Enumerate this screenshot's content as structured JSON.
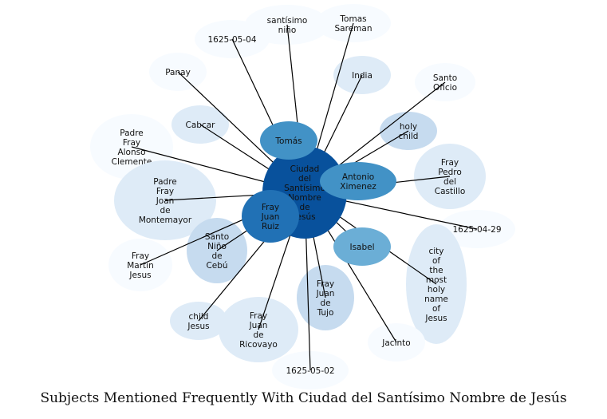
{
  "title": "Subjects Mentioned Frequently With Ciudad del Santísimo Nombre de Jesús",
  "center": {
    "label": [
      "Ciudad",
      "del",
      "Santísimo",
      "Nombre",
      "de",
      "Jesús"
    ],
    "color": "#08519c"
  },
  "nodes": [
    {
      "id": "tomas-sareman",
      "label": [
        "Tomas",
        "Sareman"
      ],
      "color": "#f7fbff"
    },
    {
      "id": "santisimo-nino",
      "label": [
        "santísimo",
        "niño"
      ],
      "color": "#f7fbff"
    },
    {
      "id": "date-1625-05-04",
      "label": [
        "1625-05-04"
      ],
      "color": "#f7fbff"
    },
    {
      "id": "panay",
      "label": [
        "Panay"
      ],
      "color": "#f7fbff"
    },
    {
      "id": "india",
      "label": [
        "India"
      ],
      "color": "#deebf7"
    },
    {
      "id": "santo-oficio",
      "label": [
        "Santo",
        "Oficio"
      ],
      "color": "#f7fbff"
    },
    {
      "id": "cabcar",
      "label": [
        "Cabcar"
      ],
      "color": "#deebf7"
    },
    {
      "id": "tomas",
      "label": [
        "Tomás"
      ],
      "color": "#4292c6"
    },
    {
      "id": "holy-child",
      "label": [
        "holy",
        "child"
      ],
      "color": "#c6dbef"
    },
    {
      "id": "padre-fray-alonso-clemente",
      "label": [
        "Padre",
        "Fray",
        "Alonso",
        "Clemente"
      ],
      "color": "#f7fbff"
    },
    {
      "id": "antonio-ximenez",
      "label": [
        "Antonio",
        "Ximenez"
      ],
      "color": "#4292c6"
    },
    {
      "id": "fray-pedro-del-castillo",
      "label": [
        "Fray",
        "Pedro",
        "del",
        "Castillo"
      ],
      "color": "#deebf7"
    },
    {
      "id": "padre-fray-joan-de-montemayor",
      "label": [
        "Padre",
        "Fray",
        "Joan",
        "de",
        "Montemayor"
      ],
      "color": "#deebf7"
    },
    {
      "id": "fray-juan-ruiz",
      "label": [
        "Fray",
        "Juan",
        "Ruiz"
      ],
      "color": "#2171b5"
    },
    {
      "id": "date-1625-04-29",
      "label": [
        "1625-04-29"
      ],
      "color": "#f7fbff"
    },
    {
      "id": "santo-nino-de-cebu",
      "label": [
        "Santo",
        "Niño",
        "de",
        "Cebú"
      ],
      "color": "#c6dbef"
    },
    {
      "id": "isabel",
      "label": [
        "Isabel"
      ],
      "color": "#6baed6"
    },
    {
      "id": "city-of-the-most-holy-name-of-jesus",
      "label": [
        "city",
        "of",
        "the",
        "most",
        "holy",
        "name",
        "of",
        "Jesus"
      ],
      "color": "#deebf7"
    },
    {
      "id": "fray-martin-jesus",
      "label": [
        "Fray",
        "Martin",
        "Jesus"
      ],
      "color": "#f7fbff"
    },
    {
      "id": "fray-juan-de-tujo",
      "label": [
        "Fray",
        "Juan",
        "de",
        "Tujo"
      ],
      "color": "#c6dbef"
    },
    {
      "id": "child-jesus",
      "label": [
        "child",
        "Jesus"
      ],
      "color": "#deebf7"
    },
    {
      "id": "fray-juan-de-ricovayo",
      "label": [
        "Fray",
        "Juan",
        "de",
        "Ricovayo"
      ],
      "color": "#deebf7"
    },
    {
      "id": "jacinto",
      "label": [
        "Jacinto"
      ],
      "color": "#f7fbff"
    },
    {
      "id": "date-1625-05-02",
      "label": [
        "1625-05-02"
      ],
      "color": "#f7fbff"
    }
  ]
}
